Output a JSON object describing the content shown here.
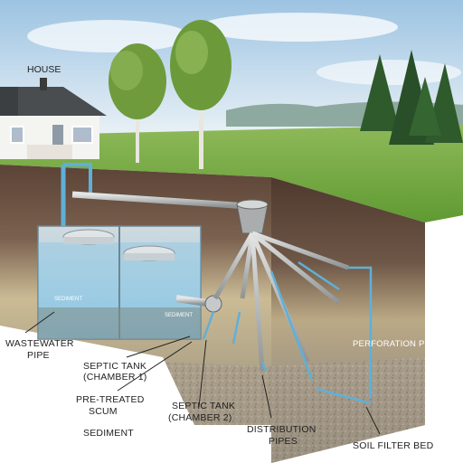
{
  "labels": {
    "house": "HOUSE",
    "wastewater_pipe": [
      "WASTEWATER",
      "PIPE"
    ],
    "septic_tank_1": [
      "SEPTIC TANK",
      "(CHAMBER 1)"
    ],
    "pre_treated_scum": [
      "PRE-TREATED",
      "SCUM"
    ],
    "sediment": "SEDIMENT",
    "septic_tank_2": [
      "SEPTIC TANK",
      "(CHAMBER 2)"
    ],
    "distribution_pipes": [
      "DISTRIBUTION",
      "PIPES"
    ],
    "perforation_pipes": "PERFORATION PIPES",
    "soil_filter_bed": "SOIL FILTER BED",
    "tank_sediment_1": "SEDIMENT",
    "tank_sediment_2": "SEDIMENT"
  },
  "colors": {
    "sky": "#cfe2f1",
    "grass": "#7fae45",
    "soil_dark": "#6a5040",
    "soil_mid": "#8d7660",
    "sand": "#cdbd97",
    "gravel": "#a59b8b",
    "water": "#5fb0d8",
    "pipe": "#b9bcbc"
  }
}
